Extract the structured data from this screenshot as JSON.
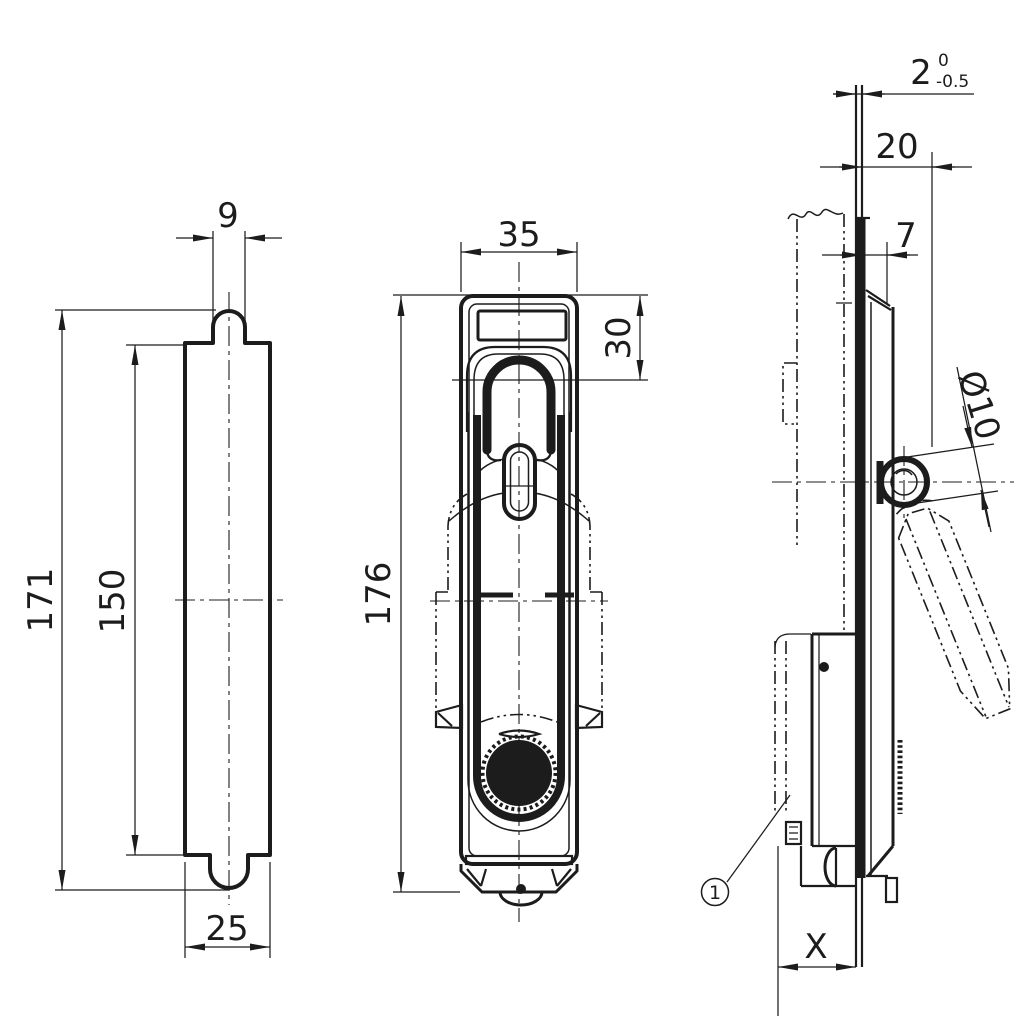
{
  "page": {
    "background": "#ffffff",
    "line_color": "#1c1c1c",
    "kind": "engineering drawing, three orthographic views of a swinghandle lock"
  },
  "left_view": {
    "name": "side profile view of mounting plate",
    "dim_top_width": "9",
    "dim_overall_height": "171",
    "dim_body_height": "150",
    "dim_body_width": "25"
  },
  "front_view": {
    "name": "front view of swinghandle escutcheon",
    "dim_width": "35",
    "dim_hasp_offset": "30",
    "dim_overall_height": "176"
  },
  "side_view": {
    "name": "side view mounted on door with handle open",
    "dim_door_thickness": "2",
    "tol_upper": "0",
    "tol_lower": "-0.5",
    "dim_protrusion": "20",
    "dim_face_offset": "7",
    "dim_pivot_diameter": "Ø10",
    "dim_clamping_range": "X",
    "callout_1": "1"
  }
}
